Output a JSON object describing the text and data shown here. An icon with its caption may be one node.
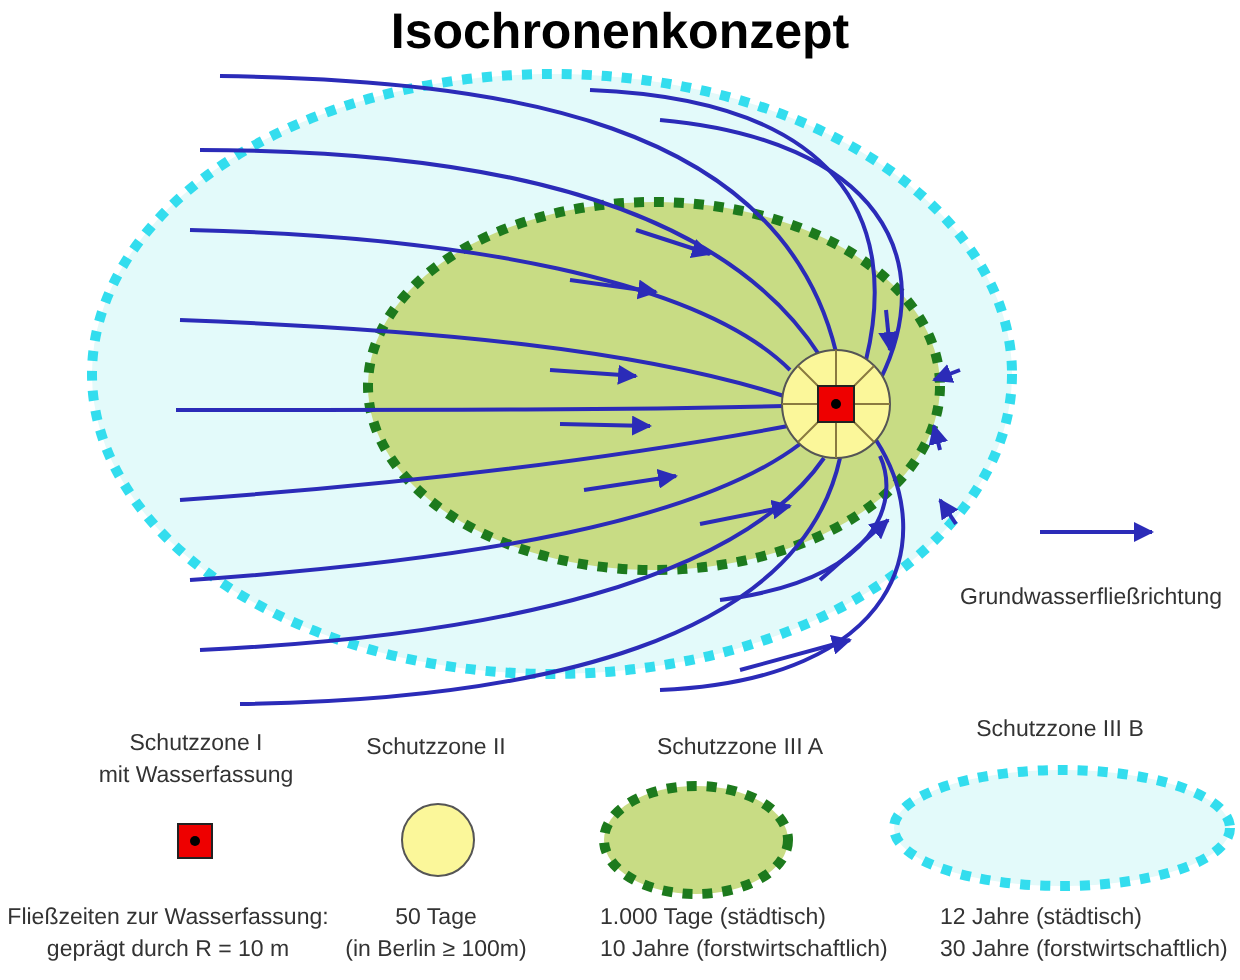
{
  "diagram": {
    "title": "Isochronenkonzept",
    "labels": [
      "Grundwasserfließrichtung",
      "Fließzeiten zur Wasserfassung: geprägt durch R = 10 m",
      "50 Tage (in Berlin ≥ 100m)",
      "1.000 Tage (städtisch) 10 Jahre (forstwirtschaftlich)",
      "12 Jahre (städtisch) 30 Jahre (forstwirtschaftlich)"
    ],
    "legend": [
      {
        "text": "Schutzzone I mit Wasserfassung"
      },
      {
        "text": "Schutzzone II"
      },
      {
        "text": "Schutzzone III A"
      },
      {
        "text": "Schutzzone III B"
      }
    ]
  }
}
